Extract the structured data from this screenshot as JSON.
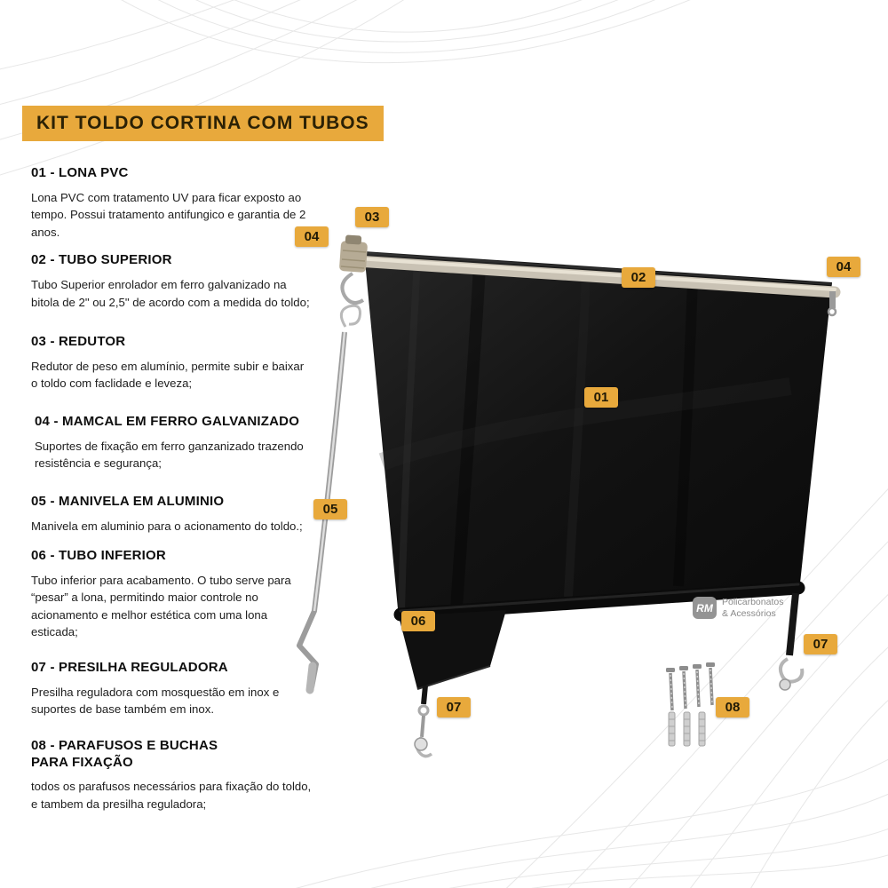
{
  "title": "KIT TOLDO CORTINA COM TUBOS",
  "sections": [
    {
      "heading": "01 - LONA PVC",
      "body": "Lona PVC com tratamento UV para ficar exposto ao tempo. Possui tratamento antifungico e garantia de 2 anos."
    },
    {
      "heading": "02 - TUBO SUPERIOR",
      "body": "Tubo Superior enrolador em ferro galvanizado na bitola de 2\" ou 2,5\" de acordo com a medida do toldo;"
    },
    {
      "heading": "03 - REDUTOR",
      "body": "Redutor de peso em alumínio, permite subir e baixar o toldo com faclidade e leveza;"
    },
    {
      "heading": "04 - MAMCAL  EM FERRO GALVANIZADO",
      "body": "Suportes de fixação em ferro ganzanizado trazendo resistência e segurança;"
    },
    {
      "heading": "05 - MANIVELA EM ALUMINIO",
      "body": "Manivela em aluminio para o acionamento do toldo.;"
    },
    {
      "heading": "06 - TUBO INFERIOR",
      "body": "Tubo inferior para acabamento. O tubo serve para “pesar” a lona, permitindo maior controle no acionamento e melhor estética com uma lona esticada;"
    },
    {
      "heading": "07 - PRESILHA REGULADORA",
      "body": "Presilha reguladora com mosquestão em inox e suportes de base também em inox."
    },
    {
      "heading": "08 - PARAFUSOS E BUCHAS PARA FIXAÇÃO",
      "body": "todos os parafusos necessários para fixação do toldo, e tambem da presilha reguladora;"
    }
  ],
  "badges": [
    "03",
    "04",
    "02",
    "04",
    "01",
    "05",
    "06",
    "07",
    "07",
    "08"
  ],
  "watermark": {
    "logo": "RM",
    "line1": "Policarbonatos",
    "line2": "& Acessórios"
  },
  "colors": {
    "accent": "#E8A93C",
    "lona": "#121212",
    "text": "#1c1c1c"
  }
}
